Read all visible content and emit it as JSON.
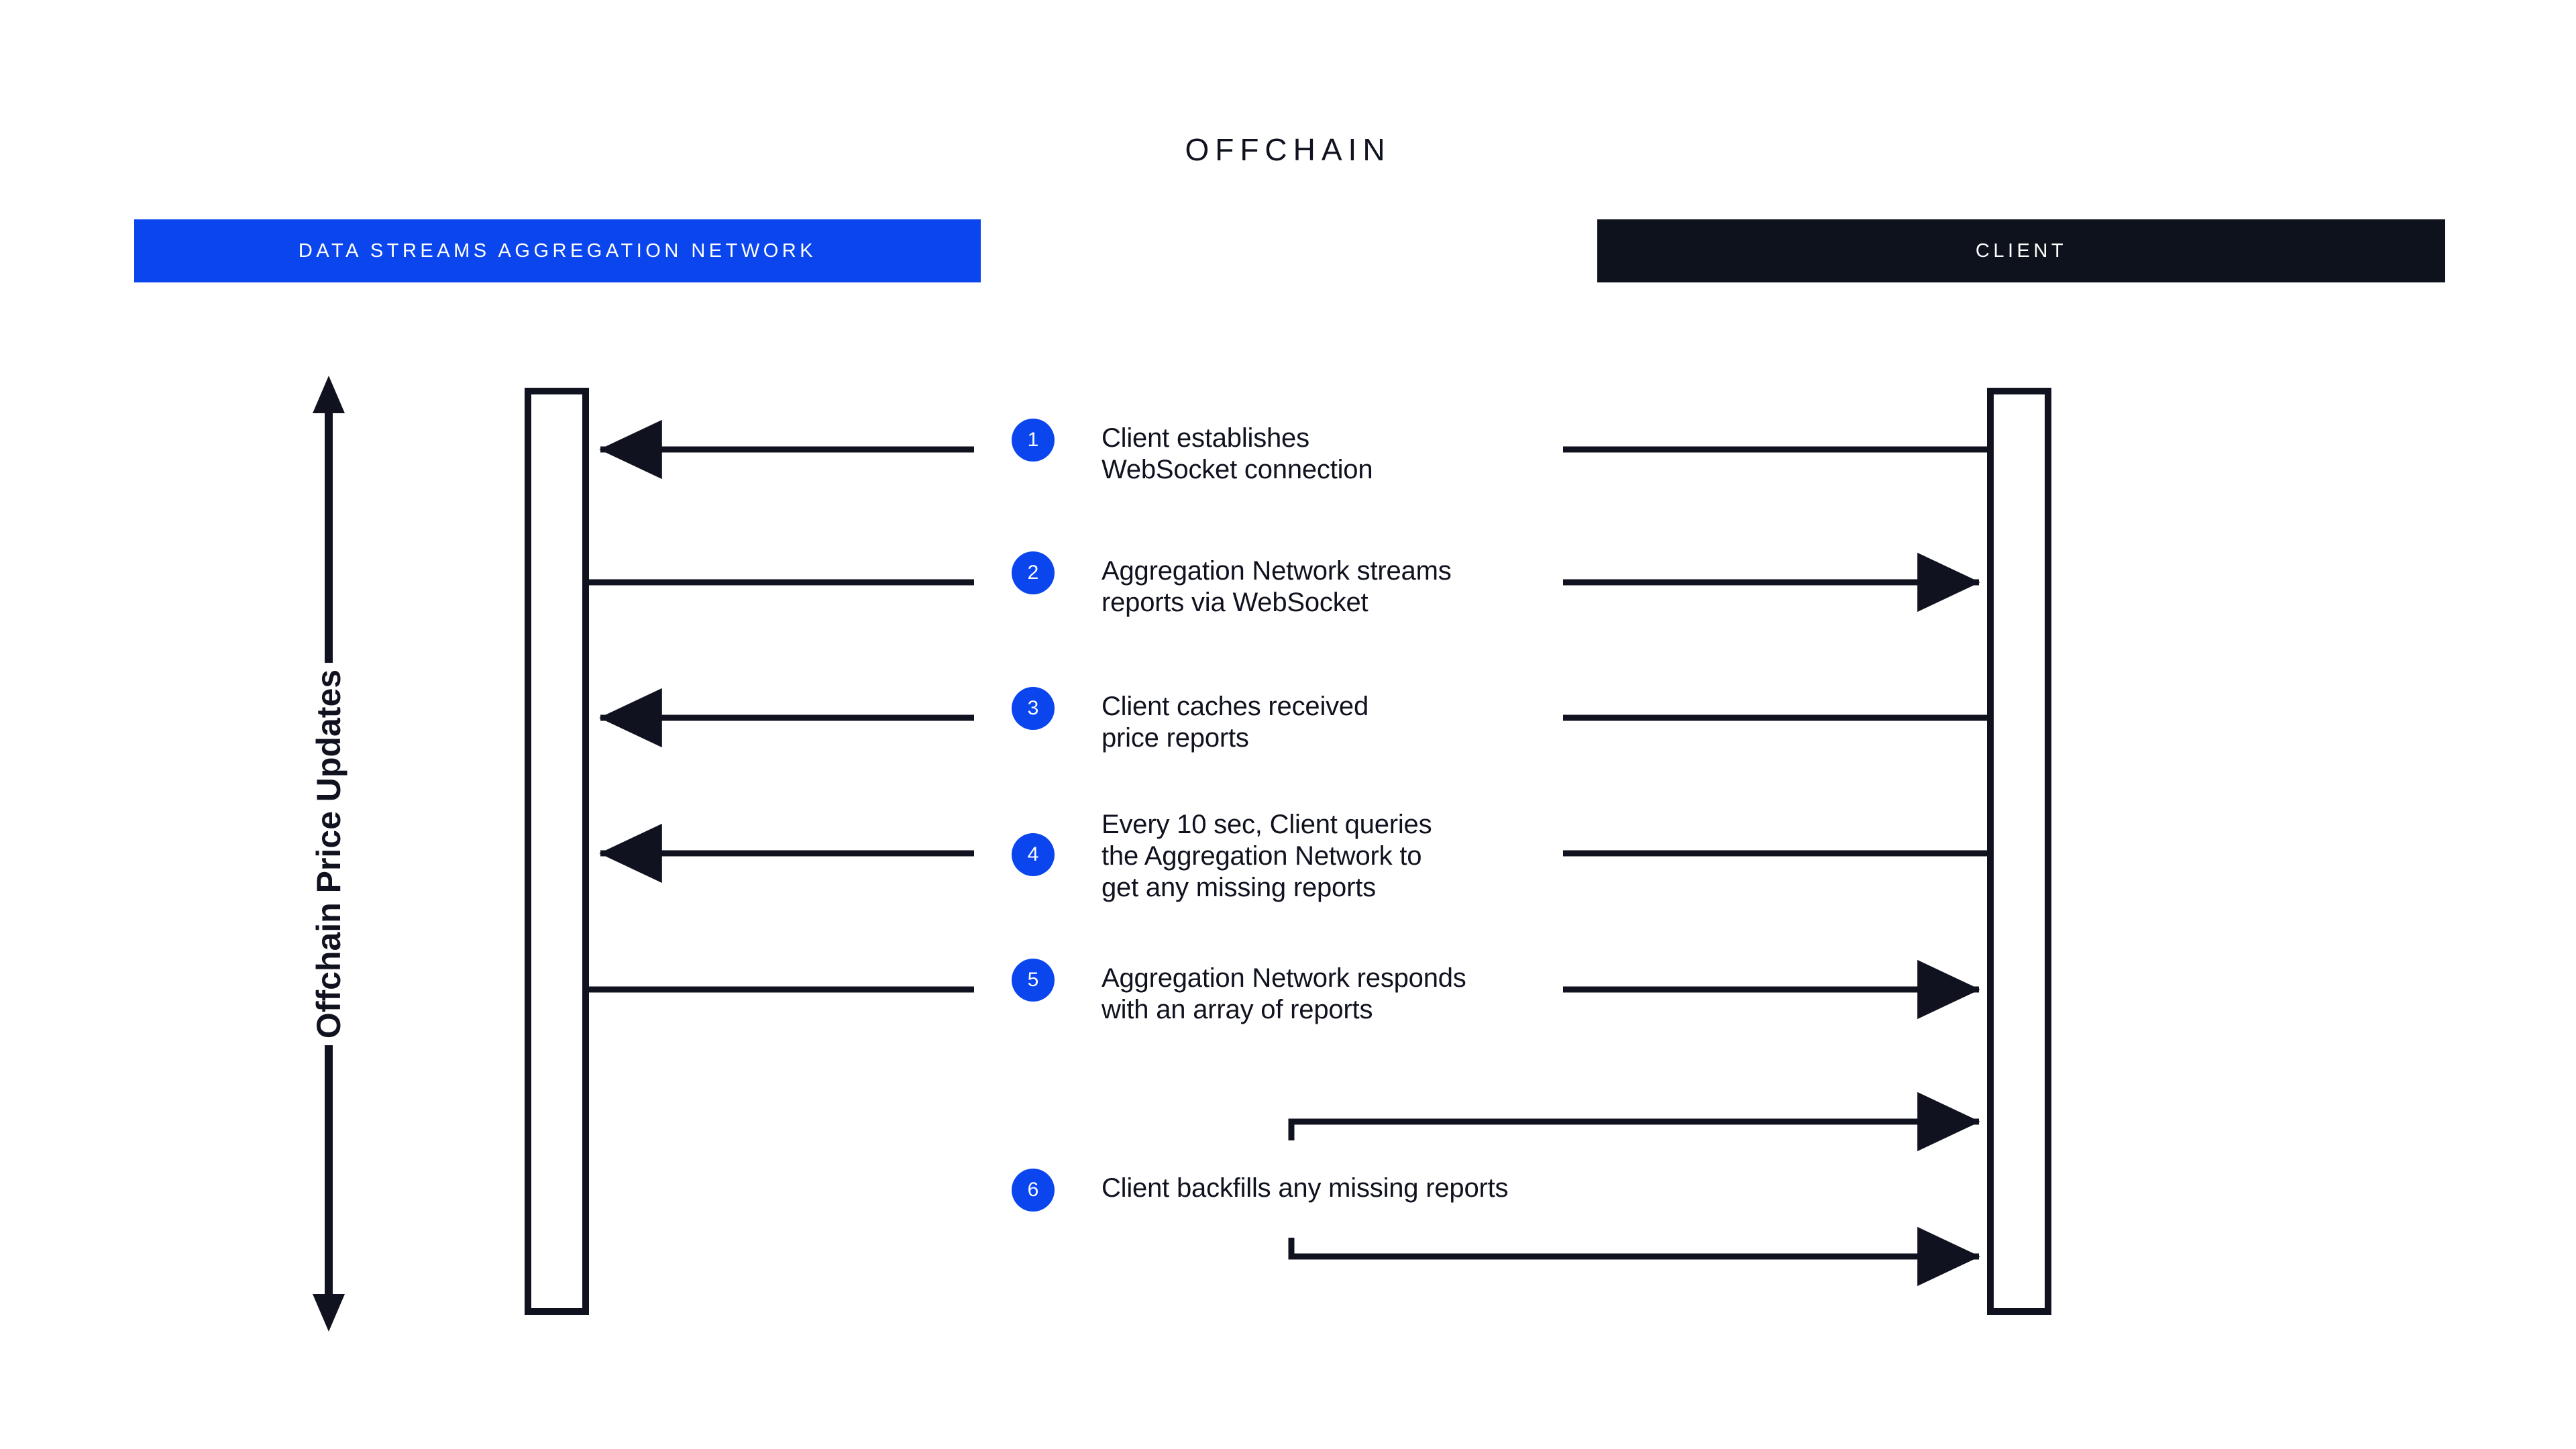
{
  "diagram": {
    "title": "OFFCHAIN",
    "scope_label": "Offchain Price Updates",
    "accent_blue": "#0a45ee",
    "dark": "#10131f",
    "lanes": [
      {
        "key": "network",
        "label": "DATA STREAMS AGGREGATION NETWORK",
        "bg": "#0a45ee"
      },
      {
        "key": "client",
        "label": "CLIENT",
        "bg": "#0d121c"
      }
    ],
    "steps": [
      {
        "number": "1",
        "text": "Client establishes\nWebSocket connection",
        "direction": "right-to-left"
      },
      {
        "number": "2",
        "text": "Aggregation Network streams\nreports via WebSocket",
        "direction": "left-to-right"
      },
      {
        "number": "3",
        "text": "Client caches received\nprice reports",
        "direction": "right-to-left"
      },
      {
        "number": "4",
        "text": "Every 10 sec, Client queries\nthe Aggregation Network to\nget any missing reports",
        "direction": "right-to-left"
      },
      {
        "number": "5",
        "text": "Aggregation Network responds\nwith an array of reports",
        "direction": "left-to-right"
      },
      {
        "number": "6",
        "text": "Client backfills any missing reports",
        "direction": "client-self-loop"
      }
    ]
  }
}
